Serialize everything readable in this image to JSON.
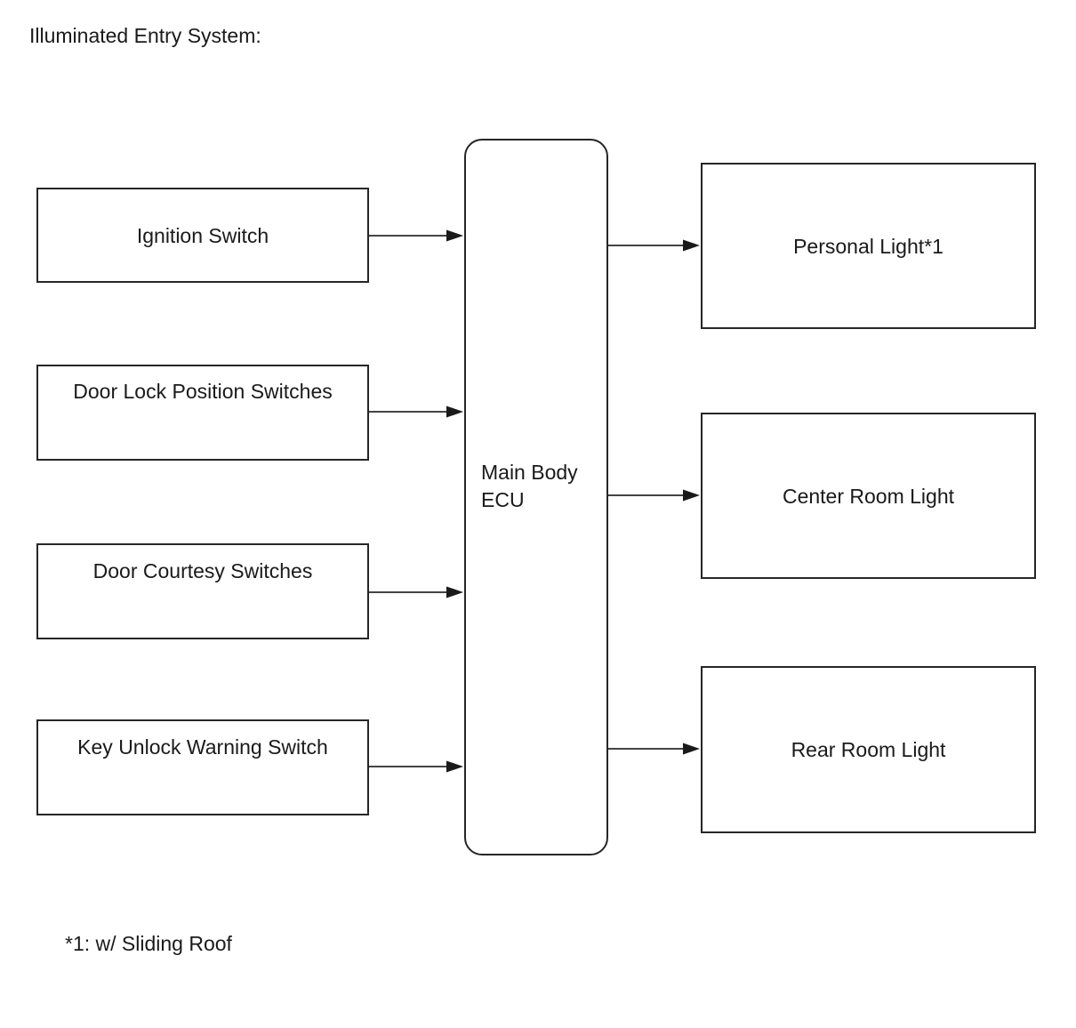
{
  "title": "Illuminated Entry System:",
  "footnote": "*1: w/ Sliding Roof",
  "ecu": {
    "label_line1": "Main Body",
    "label_line2": "ECU"
  },
  "inputs": [
    {
      "label": "Ignition Switch"
    },
    {
      "label": "Door Lock Position Switches"
    },
    {
      "label": "Door Courtesy Switches"
    },
    {
      "label": "Key Unlock Warning Switch"
    }
  ],
  "outputs": [
    {
      "label": "Personal Light*1"
    },
    {
      "label": "Center Room Light"
    },
    {
      "label": "Rear Room Light"
    }
  ],
  "colors": {
    "background": "#ffffff",
    "text": "#1a1a1a",
    "box_border": "#262626",
    "connector_line": "#444444",
    "arrowhead": "#1a1a1a"
  }
}
